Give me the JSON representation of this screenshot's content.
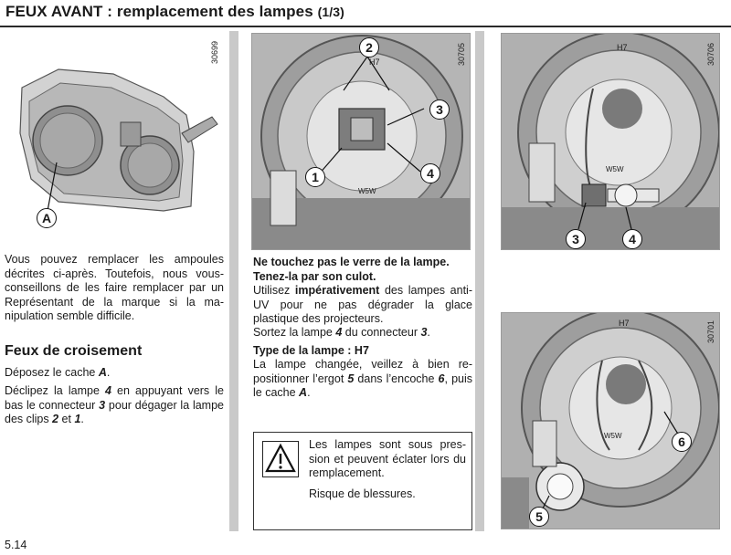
{
  "header": {
    "title_main": "FEUX AVANT : remplacement des lampes",
    "title_part": "(1/3)"
  },
  "figures": {
    "fig1": {
      "ref": "30699",
      "labels": [
        "A"
      ]
    },
    "fig2": {
      "ref": "30705",
      "labels": [
        "2",
        "3",
        "1",
        "4"
      ],
      "text_h7": "H7",
      "text_w5w": "W5W"
    },
    "fig3": {
      "ref": "30706",
      "labels": [
        "3",
        "4"
      ],
      "text_h7": "H7",
      "text_w5w": "W5W"
    },
    "fig4": {
      "ref": "30701",
      "labels": [
        "6",
        "5"
      ],
      "text_h7": "H7",
      "text_w5w": "W5W"
    }
  },
  "col1": {
    "intro": "Vous pouvez remplacer les ampoules décrites ci-après. Toutefois, nous vous-conseillons de les faire remplacer par un Représentant de la marque si la ma-nipulation semble difficile.",
    "heading": "Feux de croisement",
    "step1_prefix": "Déposez le cache ",
    "step1_ref": "A",
    "step1_suffix": ".",
    "step2_a": "Déclipez la lampe ",
    "step2_ref4": "4",
    "step2_b": " en appuyant vers le bas le connecteur ",
    "step2_ref3": "3",
    "step2_c": " pour dégager la lampe des clips ",
    "step2_ref2": "2",
    "step2_d": " et ",
    "step2_ref1": "1",
    "step2_e": "."
  },
  "col2": {
    "bold_warning": "Ne touchez pas le verre de la lampe. Tenez-la par son culot.",
    "use_a": "Utilisez ",
    "use_b": "impérativement",
    "use_c": " des lampes anti-UV pour ne pas dégrader la glace plastique des projecteurs.",
    "remove_a": "Sortez la lampe ",
    "remove_ref4": "4",
    "remove_b": " du connecteur ",
    "remove_ref3": "3",
    "remove_c": ".",
    "type_heading": "Type de la lampe : H7",
    "reinstall_a": "La lampe changée, veillez à bien re-positionner l’ergot ",
    "reinstall_ref5": "5",
    "reinstall_b": " dans l’encoche ",
    "reinstall_ref6": "6",
    "reinstall_c": ", puis le cache ",
    "reinstall_refA": "A",
    "reinstall_d": ".",
    "warning_box": {
      "line1": "Les lampes sont sous pres-sion et peuvent éclater lors du remplacement.",
      "line2": "Risque de blessures."
    }
  },
  "footer": {
    "page_number": "5.14"
  }
}
